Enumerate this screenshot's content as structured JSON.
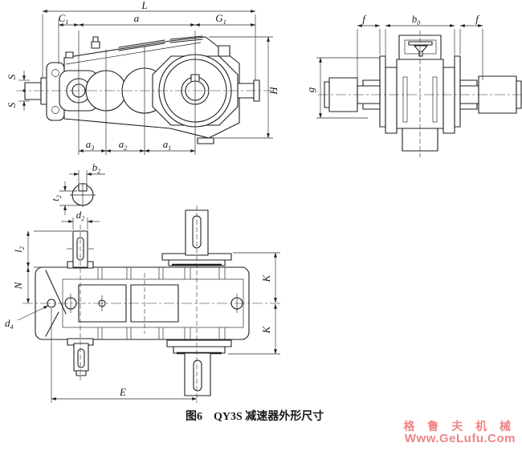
{
  "colors": {
    "line": "#1f1f1f",
    "dimension": "#2a2a2a",
    "watermark": "#ee8585",
    "background": "#ffffff"
  },
  "caption": {
    "figure_label": "图6",
    "title": "QY3S 减速器外形尺寸"
  },
  "watermark": {
    "line1": "格 鲁 夫 机 械",
    "line2": "Www.GeLufu.Com"
  },
  "side_view": {
    "dims": {
      "L": "L",
      "C1": {
        "main": "C",
        "sub": "1"
      },
      "a": "a",
      "G1": {
        "main": "G",
        "sub": "1"
      },
      "H": "H",
      "S_top": "S",
      "S_bottom": "S",
      "a3": {
        "main": "a",
        "sub": "3"
      },
      "a2": {
        "main": "a",
        "sub": "2"
      },
      "a1": {
        "main": "a",
        "sub": "1"
      }
    }
  },
  "end_view": {
    "dims": {
      "f_left": "f",
      "b0": {
        "main": "b",
        "sub": "0"
      },
      "f_right": "f",
      "g": "g"
    }
  },
  "plan_view": {
    "dims": {
      "b2": {
        "main": "b",
        "sub": "2"
      },
      "t2": {
        "main": "t",
        "sub": "2"
      },
      "d2": {
        "main": "d",
        "sub": "2"
      },
      "l2": {
        "main": "l",
        "sub": "2"
      },
      "N": "N",
      "d4": {
        "main": "d",
        "sub": "4"
      },
      "E": "E",
      "K_top": "K",
      "K_bottom": "K"
    }
  }
}
